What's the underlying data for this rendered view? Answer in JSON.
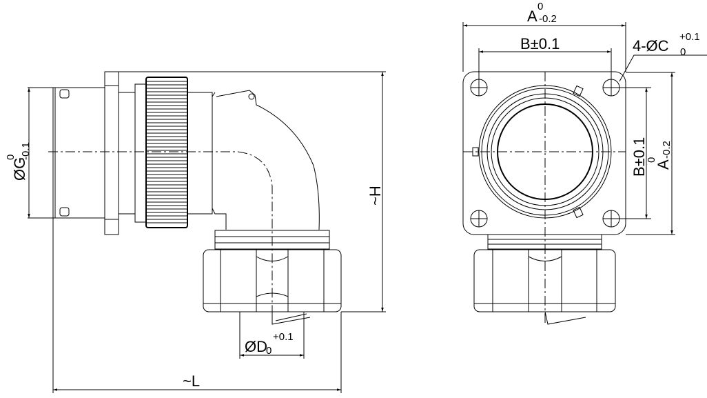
{
  "drawing": {
    "dim_G": {
      "label": "ØG",
      "upper": "0",
      "lower": "-0.1"
    },
    "dim_H": {
      "label": "~H"
    },
    "dim_L": {
      "label": "~L"
    },
    "dim_D": {
      "label": "ØD",
      "upper": "+0.1",
      "lower": "0"
    },
    "dim_A_top": {
      "label": "A",
      "upper": "0",
      "lower": "-0.2"
    },
    "dim_B_top": {
      "label": "B±0.1"
    },
    "dim_C": {
      "label": "4-ØC",
      "upper": "+0.1",
      "lower": "0"
    },
    "dim_B_side": {
      "label": "B±0.1"
    },
    "dim_A_side": {
      "label": "A",
      "upper": "0",
      "lower": "-0.2"
    }
  }
}
